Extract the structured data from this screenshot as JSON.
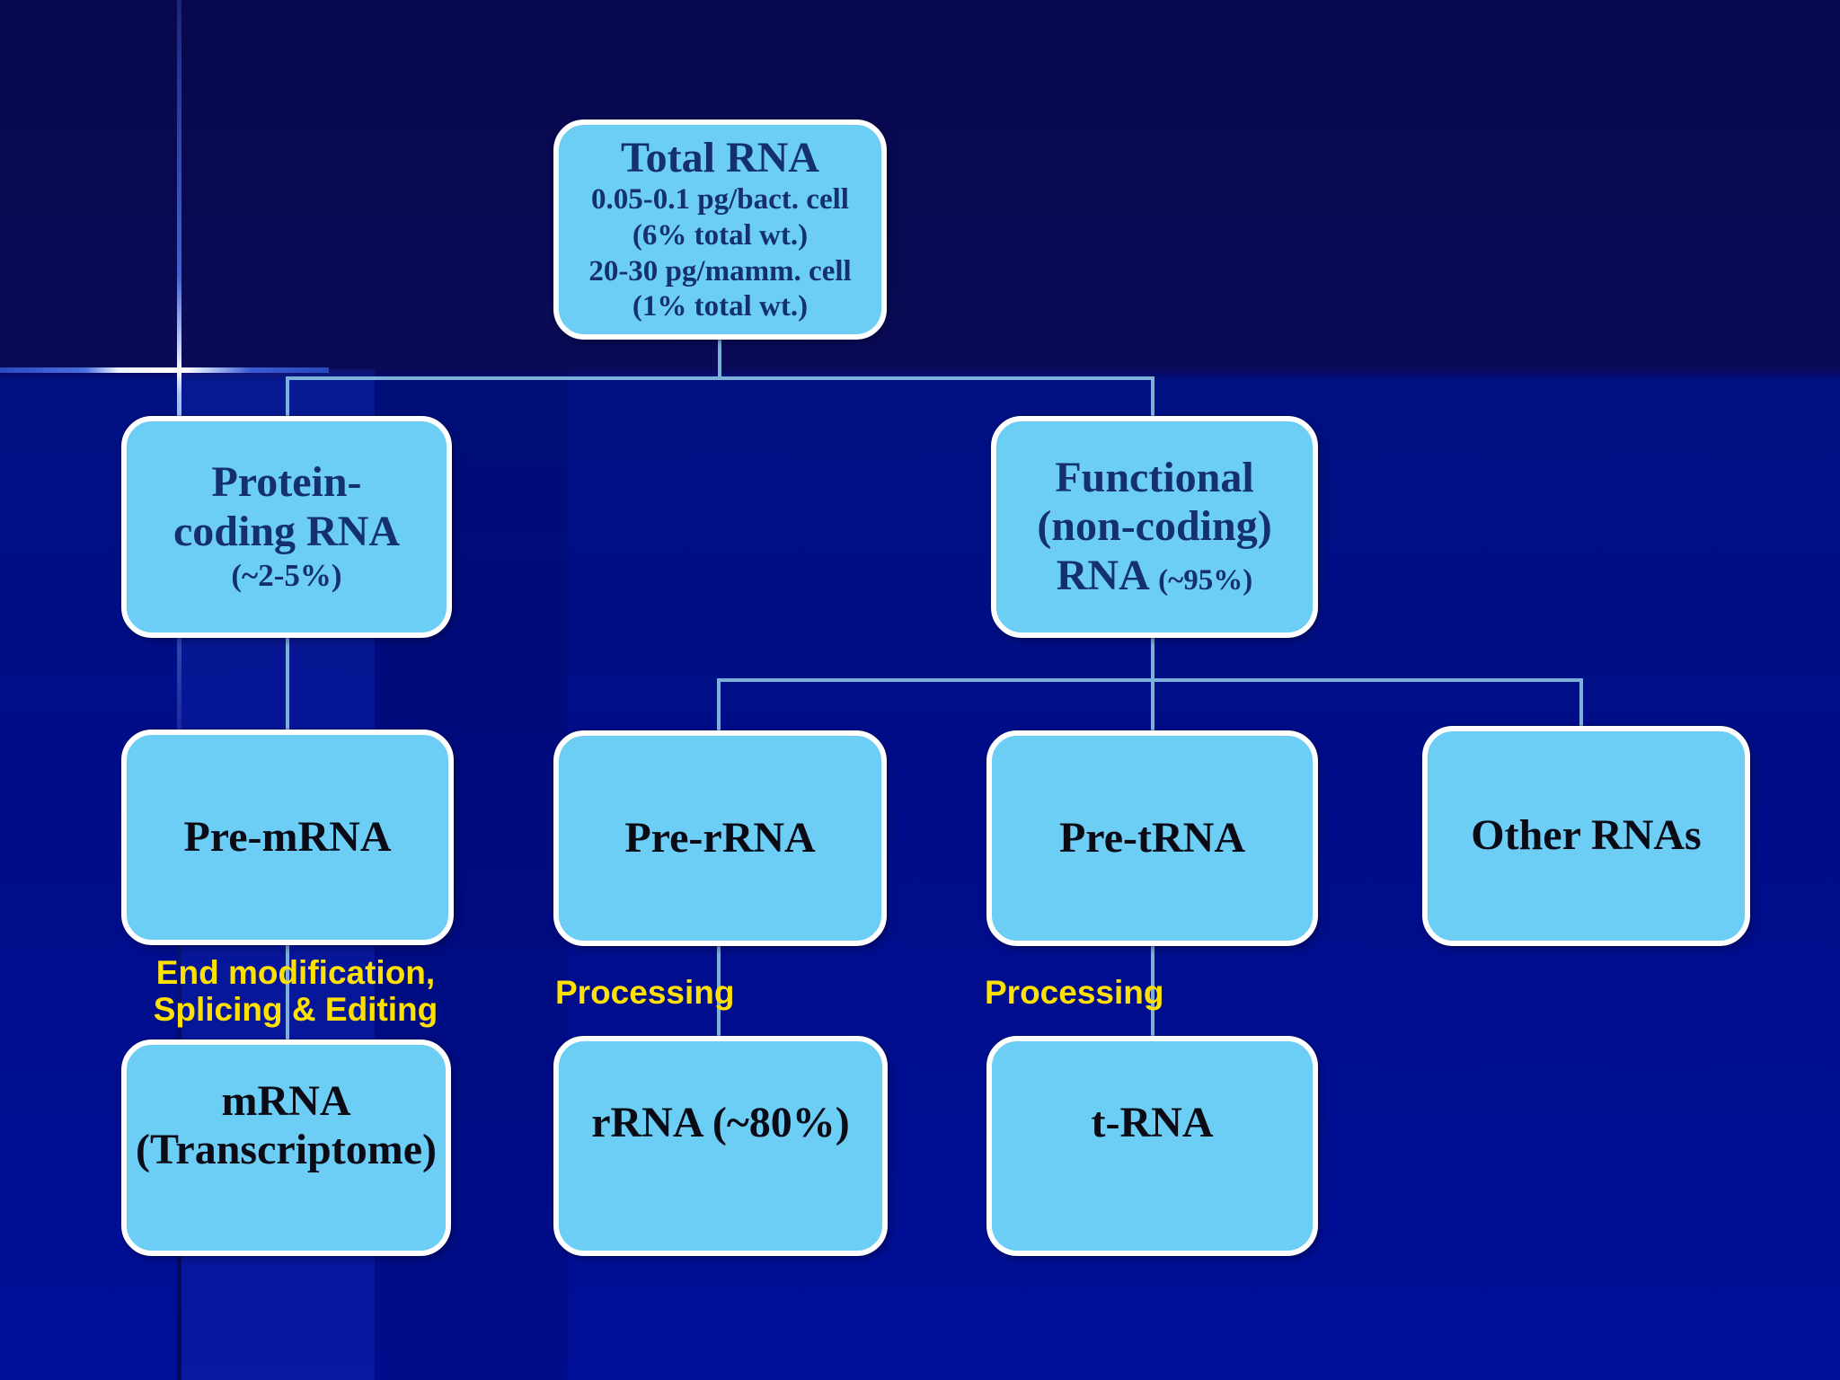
{
  "colors": {
    "background_top": "#08084E",
    "background_bottom": "#000F97",
    "box_fill": "#6CCDF5",
    "box_border": "#FFFFFF",
    "connector": "#7CB2DA",
    "label_yellow": "#FFE100",
    "title_navy": "#14316D",
    "text_dark": "#0B0B16"
  },
  "diagram": {
    "root": {
      "title": "Total RNA",
      "details": [
        "0.05-0.1 pg/bact. cell",
        "(6% total wt.)",
        "20-30 pg/mamm. cell",
        "(1% total wt.)"
      ]
    },
    "protein_coding": {
      "line1": "Protein-",
      "line2": "coding RNA",
      "share": "(~2-5%)"
    },
    "functional": {
      "line1": "Functional",
      "line2": "(non-coding)",
      "line3_main": "RNA",
      "line3_share": "(~95%)"
    },
    "pre_mrna": {
      "label": "Pre-mRNA"
    },
    "pre_rrna": {
      "label": "Pre-rRNA"
    },
    "pre_trna": {
      "label": "Pre-tRNA"
    },
    "other_rnas": {
      "label": "Other RNAs"
    },
    "mrna": {
      "line1": "mRNA",
      "line2": "(Transcriptome)"
    },
    "rrna": {
      "label": "rRNA (~80%)"
    },
    "trna": {
      "label": "t-RNA"
    },
    "process_labels": {
      "mrna_line1": "End modification,",
      "mrna_line2": "Splicing & Editing",
      "rrna": "Processing",
      "trna": "Processing"
    }
  }
}
